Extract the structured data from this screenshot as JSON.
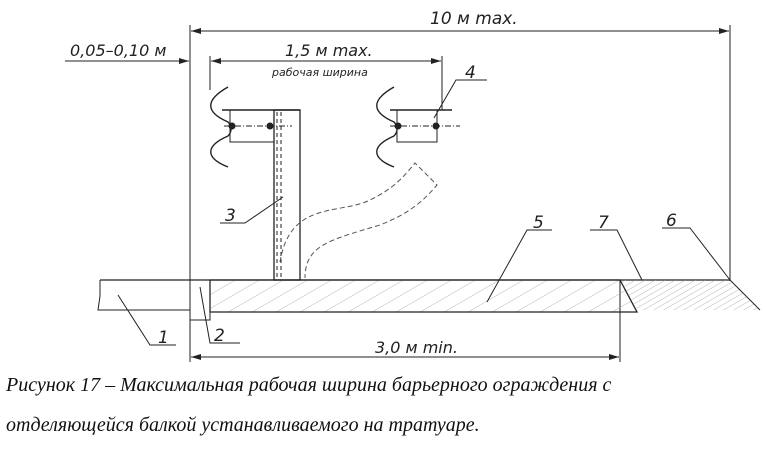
{
  "drawing": {
    "dim_total": "10 м max.",
    "dim_offset": "0,05–0,10 м",
    "dim_working": "1,5 м max.",
    "working_width_label": "рабочая ширина",
    "dim_sidewalk": "3,0 м  min.",
    "callouts": [
      "1",
      "2",
      "3",
      "4",
      "5",
      "6",
      "7"
    ]
  },
  "caption": {
    "line1": "Рисунок 17 – Максимальная рабочая ширина барьерного ограждения с",
    "line2": "отделяющейся балкой устанавливаемого на тратуаре."
  },
  "colors": {
    "line": "#222222",
    "hatch": "#888888"
  }
}
